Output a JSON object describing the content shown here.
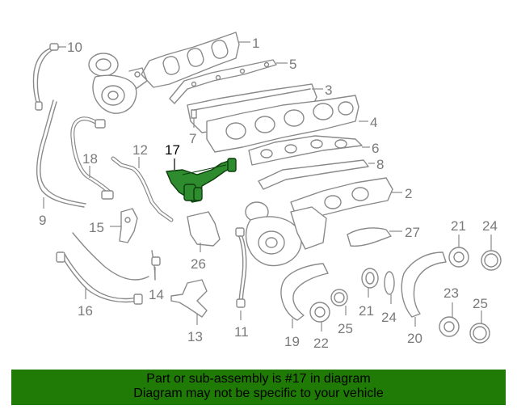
{
  "diagram": {
    "highlighted_part": "17",
    "callouts": [
      "1",
      "2",
      "3",
      "4",
      "5",
      "6",
      "7",
      "8",
      "9",
      "10",
      "11",
      "12",
      "13",
      "14",
      "15",
      "16",
      "17",
      "18",
      "19",
      "20",
      "21",
      "21",
      "22",
      "23",
      "24",
      "24",
      "25",
      "25",
      "26",
      "27"
    ]
  },
  "labels": {
    "n1": "1",
    "n2": "2",
    "n3": "3",
    "n4": "4",
    "n5": "5",
    "n6": "6",
    "n7": "7",
    "n8": "8",
    "n9": "9",
    "n10": "10",
    "n11": "11",
    "n12": "12",
    "n13": "13",
    "n14": "14",
    "n15": "15",
    "n16": "16",
    "n17": "17",
    "n18": "18",
    "n19": "19",
    "n20": "20",
    "n21a": "21",
    "n21b": "21",
    "n22": "22",
    "n23": "23",
    "n24a": "24",
    "n24b": "24",
    "n25a": "25",
    "n25b": "25",
    "n26": "26",
    "n27": "27"
  },
  "banner": {
    "line1": "Part or sub-assembly is #17 in diagram",
    "line2": "Diagram may not be specific to your vehicle",
    "color": "#1f7a06"
  },
  "colors": {
    "highlight": "#2e8b2e",
    "linework": "#8a8a8a"
  }
}
